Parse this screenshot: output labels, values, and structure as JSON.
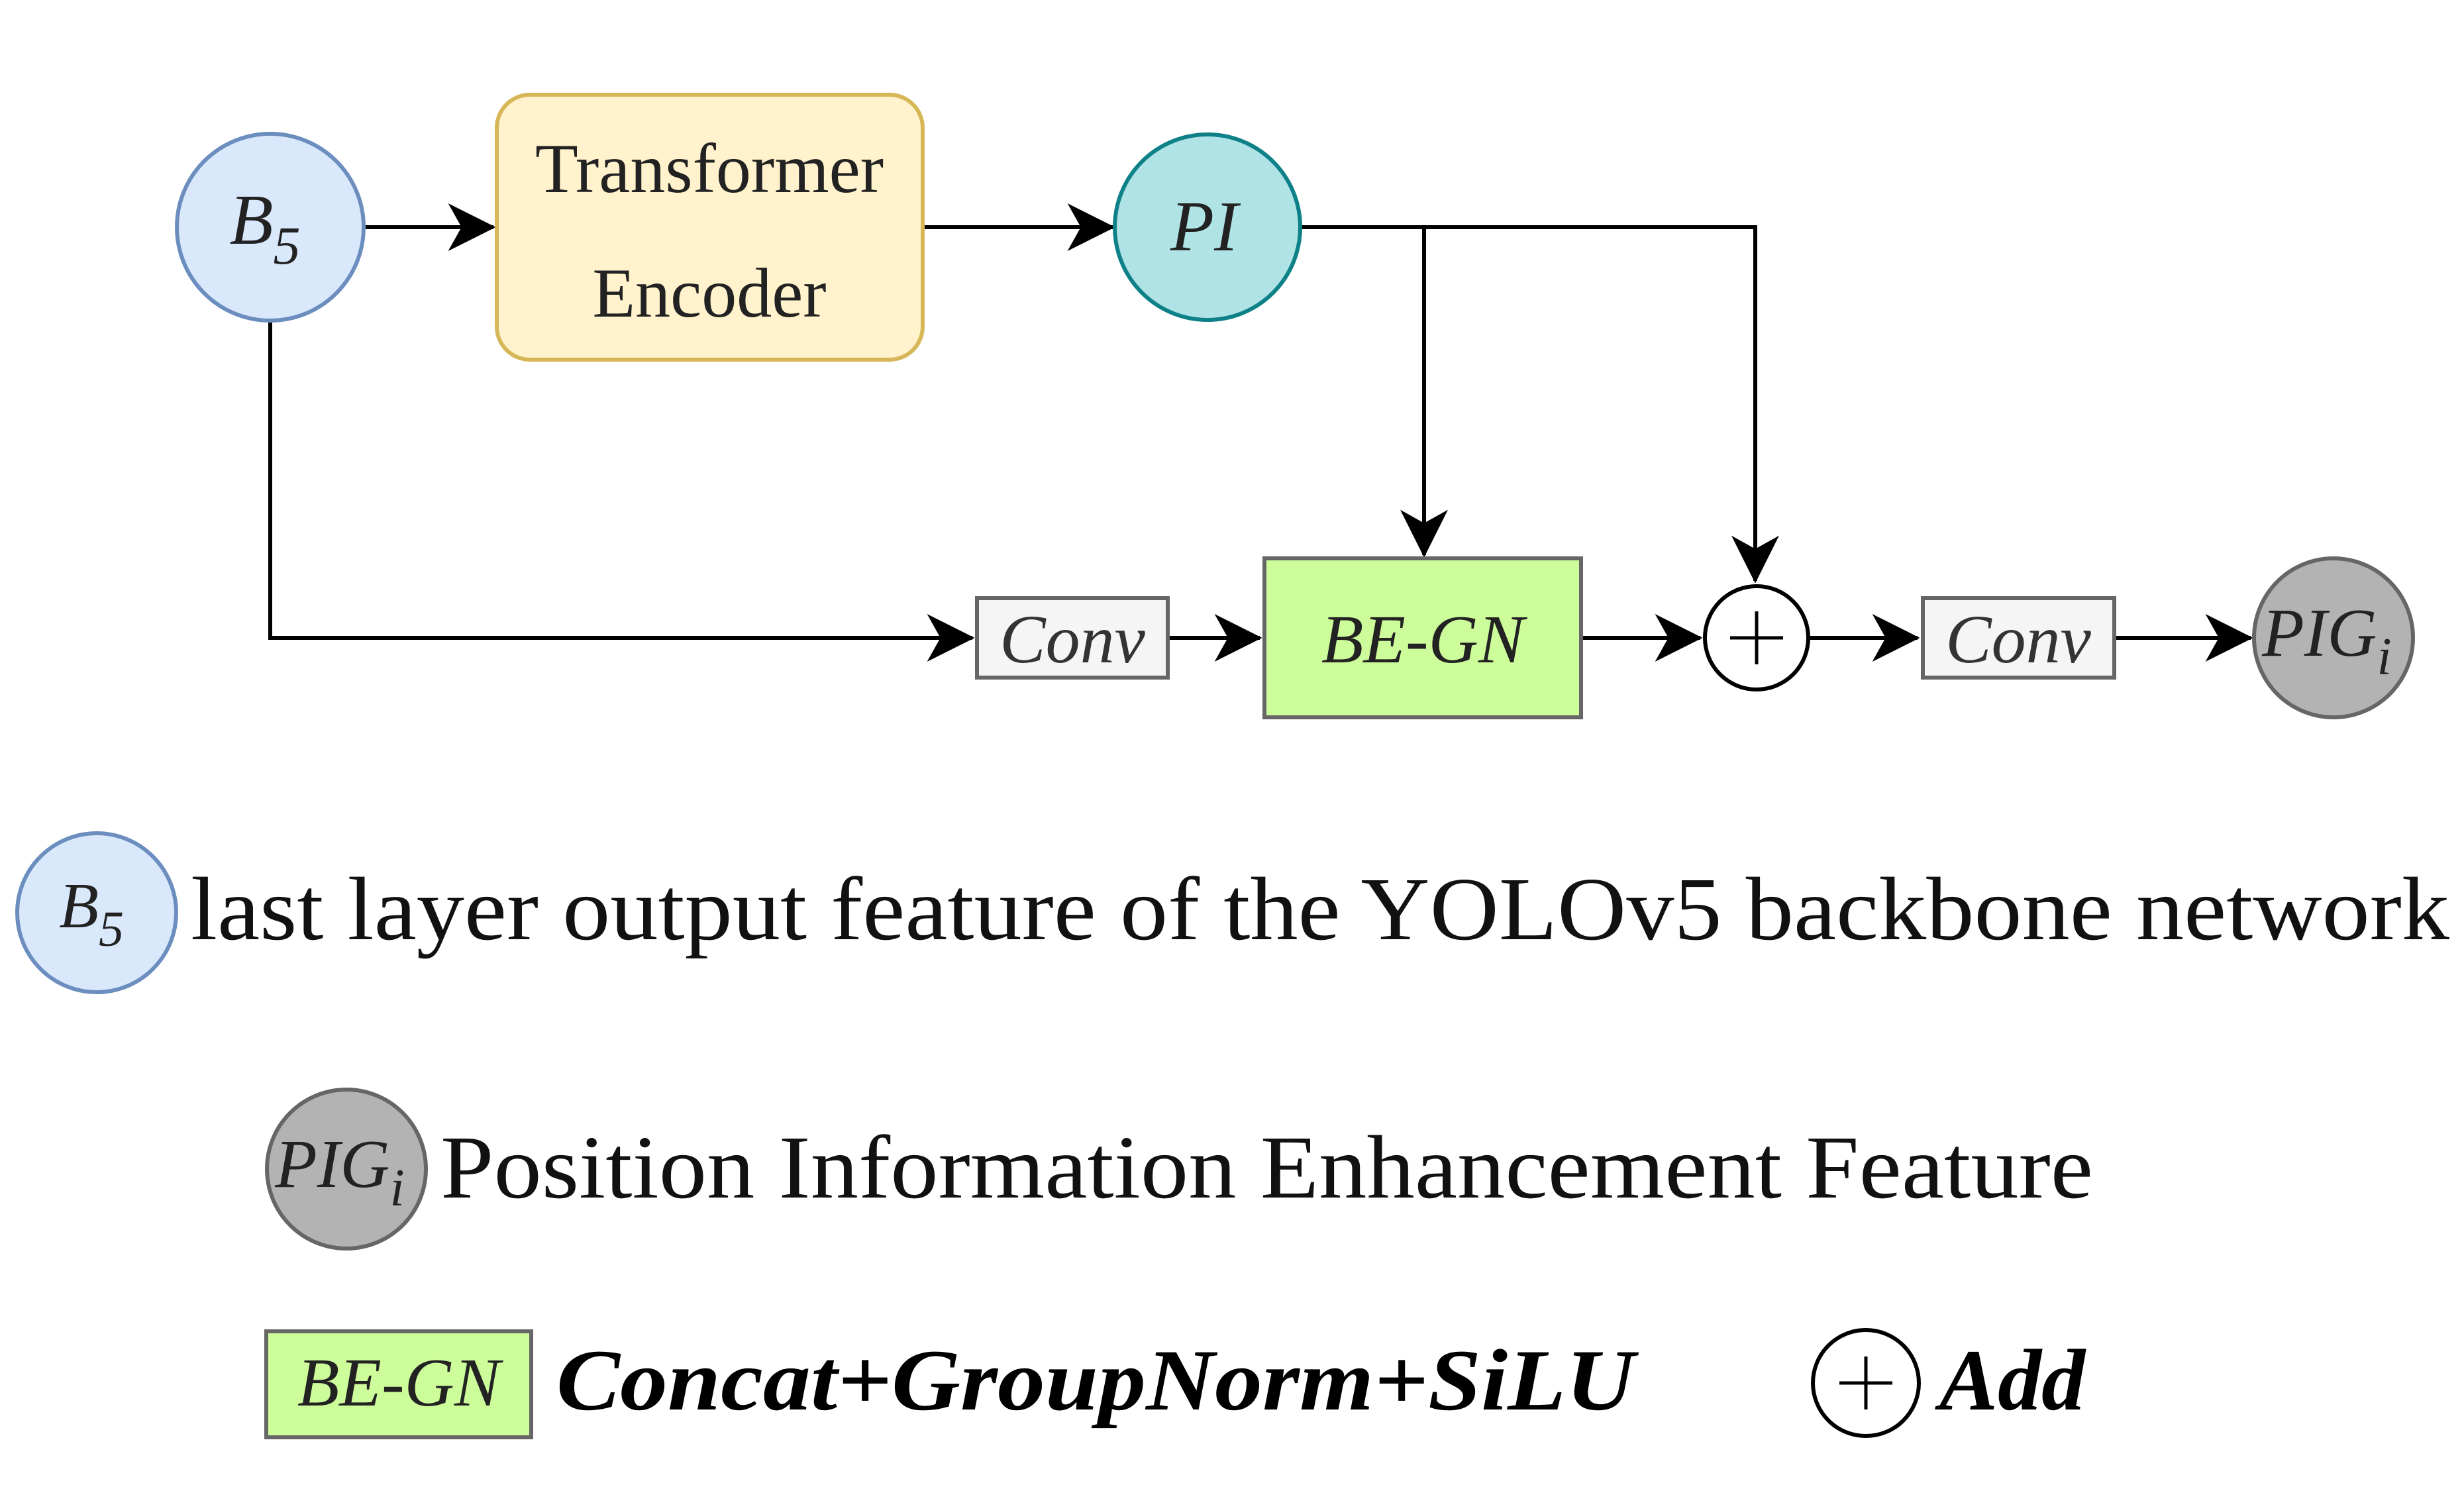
{
  "colors": {
    "b5_fill": "#dae8fc",
    "b5_stroke": "#6c8ebf",
    "encoder_fill": "#fff2cc",
    "encoder_stroke": "#d6b656",
    "pi_fill": "#b0e3e6",
    "pi_stroke": "#0e8088",
    "conv_fill": "#f5f5f5",
    "conv_stroke": "#666666",
    "begn_fill": "#cdfc9a",
    "begn_stroke": "#666666",
    "pig_fill": "#b3b3b3",
    "pig_stroke": "#666666",
    "line": "#000000"
  },
  "nodes": {
    "b5": {
      "main": "B",
      "sub": "5"
    },
    "encoder": {
      "line1": "Transformer",
      "line2": "Encoder"
    },
    "pi": {
      "label": "PI"
    },
    "conv1": {
      "label": "Conv"
    },
    "begn": {
      "label": "BE-GN"
    },
    "add": {
      "symbol": "+"
    },
    "conv2": {
      "label": "Conv"
    },
    "pig": {
      "main": "PIG",
      "sub": "i"
    }
  },
  "legend": {
    "b5": {
      "main": "B",
      "sub": "5",
      "text": "last layer output feature of the YOLOv5 backbone network"
    },
    "pig": {
      "main": "PIG",
      "sub": "i",
      "text": "Position Information Enhancement Feature"
    },
    "begn": {
      "label": "BE-GN",
      "text": "Concat+GroupNorm+SiLU"
    },
    "add": {
      "symbol": "+",
      "text": "Add"
    }
  }
}
